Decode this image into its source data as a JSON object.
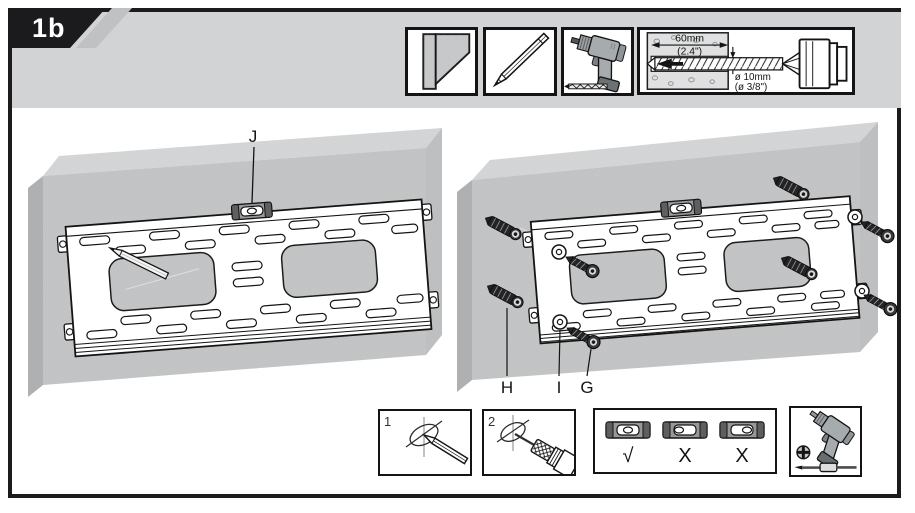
{
  "page": {
    "step_label": "1b",
    "background": "#ffffff",
    "band_color": "#d2d3d5",
    "frame_color": "#1b1b1d",
    "wall_color": "#c5c7c8"
  },
  "top_row": {
    "icons": {
      "wall": "wall-surface-icon",
      "pencil": "pencil-icon",
      "drill": "power-drill-icon",
      "depth": "drill-depth-diagram-icon"
    },
    "depth_diagram": {
      "depth_mm": "60mm",
      "depth_inch": "(2.4\")",
      "diameter_mm": "ø 10mm",
      "diameter_inch": "(ø 3/8\")"
    }
  },
  "figures": {
    "left": {
      "level_label": "J"
    },
    "right": {
      "anchor_label": "H",
      "washer_label": "I",
      "screw_label": "G"
    }
  },
  "bottom_row": {
    "mark_step": "1",
    "drill_step": "2",
    "level_ok": "√",
    "level_bad_left": "X",
    "level_bad_right": "X",
    "icons": {
      "mark": "mark-hole-with-pencil-icon",
      "drill": "drill-marked-hole-icon",
      "level": "bubble-level-check-icon",
      "tools": "drill-and-screwdriver-icon"
    }
  }
}
